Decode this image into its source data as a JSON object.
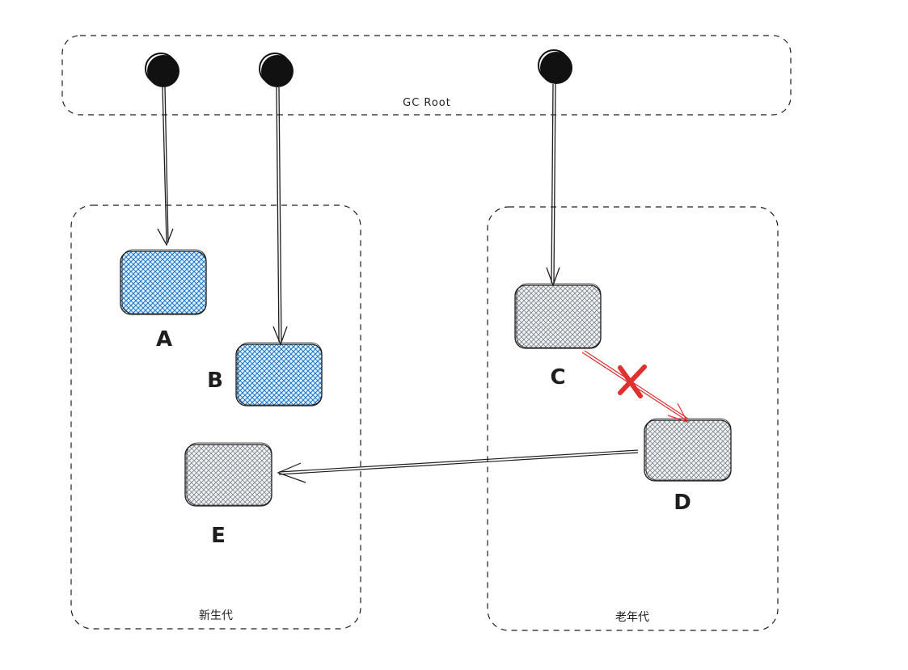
{
  "diagram": {
    "root_region": {
      "label": "GC Root"
    },
    "young_region": {
      "label": "新生代"
    },
    "old_region": {
      "label": "老年代"
    },
    "nodes": [
      {
        "id": "A",
        "label": "A",
        "color": "#1971c2",
        "fill_style": "cross-hatch",
        "region": "新生代"
      },
      {
        "id": "B",
        "label": "B",
        "color": "#1971c2",
        "fill_style": "cross-hatch",
        "region": "新生代"
      },
      {
        "id": "E",
        "label": "E",
        "color": "#868e96",
        "fill_style": "cross-hatch",
        "region": "新生代"
      },
      {
        "id": "C",
        "label": "C",
        "color": "#868e96",
        "fill_style": "cross-hatch",
        "region": "老年代"
      },
      {
        "id": "D",
        "label": "D",
        "color": "#868e96",
        "fill_style": "cross-hatch",
        "region": "老年代"
      }
    ],
    "edges": [
      {
        "from": "root-1",
        "to": "A",
        "color": "#1e1e1e"
      },
      {
        "from": "root-2",
        "to": "B",
        "color": "#1e1e1e"
      },
      {
        "from": "root-3",
        "to": "C",
        "color": "#1e1e1e"
      },
      {
        "from": "C",
        "to": "D",
        "color": "#e03131",
        "crossed_out": true
      },
      {
        "from": "D",
        "to": "E",
        "color": "#1e1e1e"
      }
    ],
    "colors": {
      "stroke": "#1e1e1e",
      "blue_fill": "#1971c2",
      "gray_fill": "#868e96",
      "cut_mark": "#e03131"
    }
  }
}
